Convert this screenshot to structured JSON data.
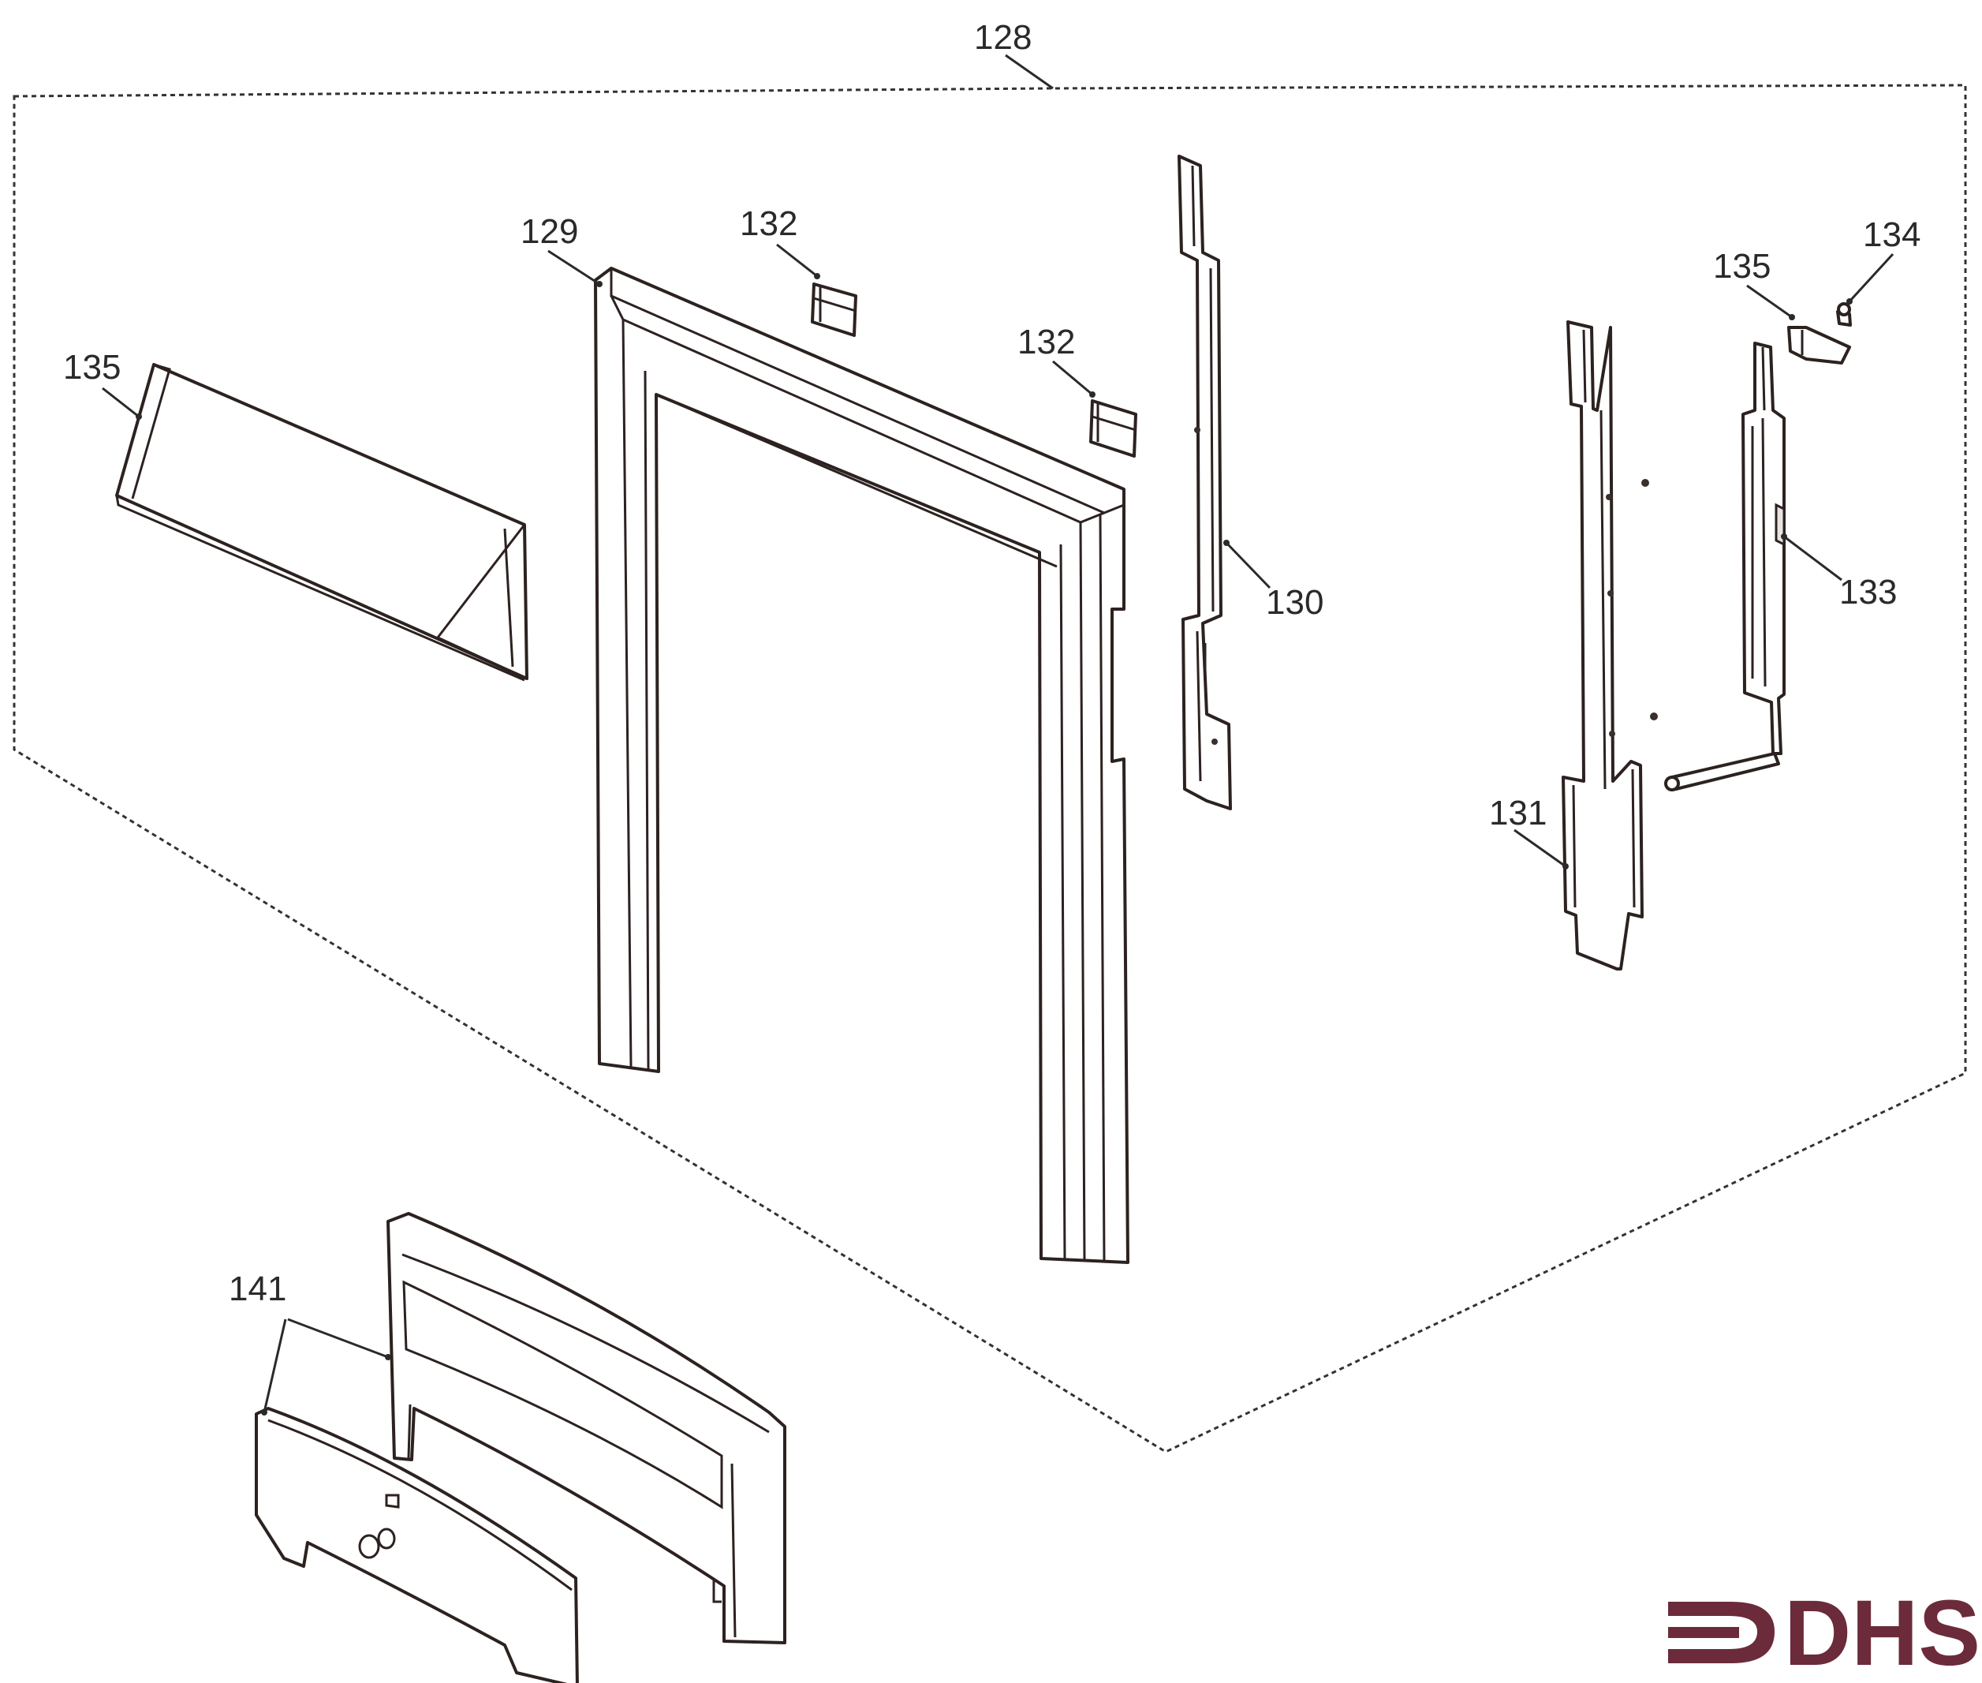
{
  "callouts": {
    "c128": "128",
    "c129": "129",
    "c130": "130",
    "c131": "131",
    "c132a": "132",
    "c132b": "132",
    "c133": "133",
    "c134": "134",
    "c135a": "135",
    "c135b": "135",
    "c141": "141"
  },
  "logo": {
    "text": "DHS",
    "color": "#6b2b3a"
  },
  "colors": {
    "linework": "#2c2220",
    "background": "#ffffff"
  }
}
